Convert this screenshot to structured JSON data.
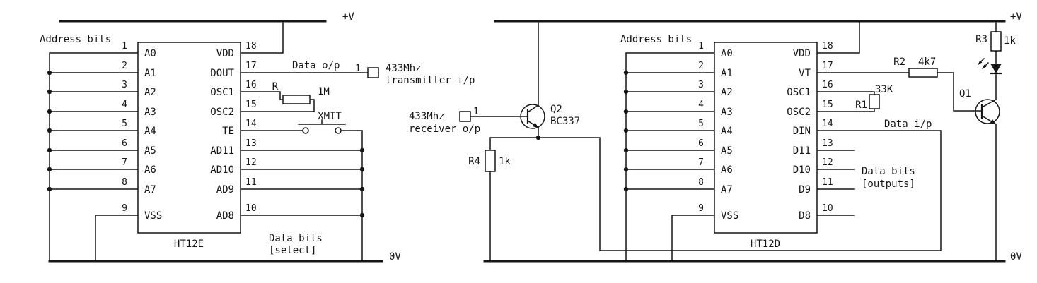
{
  "left": {
    "supply_label": "+V",
    "ground_label": "0V",
    "address_bits_label": "Address bits",
    "ic_name": "HT12E",
    "pins_left": [
      {
        "num": "1",
        "name": "A0"
      },
      {
        "num": "2",
        "name": "A1"
      },
      {
        "num": "3",
        "name": "A2"
      },
      {
        "num": "4",
        "name": "A3"
      },
      {
        "num": "5",
        "name": "A4"
      },
      {
        "num": "6",
        "name": "A5"
      },
      {
        "num": "7",
        "name": "A6"
      },
      {
        "num": "8",
        "name": "A7"
      },
      {
        "num": "9",
        "name": "VSS"
      }
    ],
    "pins_right": [
      {
        "num": "18",
        "name": "VDD"
      },
      {
        "num": "17",
        "name": "DOUT"
      },
      {
        "num": "16",
        "name": "OSC1"
      },
      {
        "num": "15",
        "name": "OSC2"
      },
      {
        "num": "14",
        "name": "TE"
      },
      {
        "num": "13",
        "name": "AD11"
      },
      {
        "num": "12",
        "name": "AD10"
      },
      {
        "num": "11",
        "name": "AD9"
      },
      {
        "num": "10",
        "name": "AD8"
      }
    ],
    "osc_resistor": {
      "ref": "R",
      "value": "1M"
    },
    "data_out_label": "Data o/p",
    "tx_pin": "1",
    "tx_line1": "433Mhz",
    "tx_line2": "transmitter i/p",
    "button_label": "XMIT",
    "data_bits_line1": "Data bits",
    "data_bits_line2": "[select]"
  },
  "right": {
    "supply_label": "+V",
    "ground_label": "0V",
    "address_bits_label": "Address bits",
    "ic_name": "HT12D",
    "rx_line1": "433Mhz",
    "rx_line2": "receiver o/p",
    "rx_pin": "1",
    "q2": {
      "ref": "Q2",
      "part": "BC337"
    },
    "r4": {
      "ref": "R4",
      "value": "1k"
    },
    "r1": {
      "ref": "R1",
      "value": "33K"
    },
    "r2": {
      "ref": "R2",
      "value": "4k7"
    },
    "r3": {
      "ref": "R3",
      "value": "1k"
    },
    "q1": {
      "ref": "Q1"
    },
    "data_in_label": "Data i/p",
    "data_bits_line1": "Data bits",
    "data_bits_line2": "[outputs]",
    "pins_left": [
      {
        "num": "1",
        "name": "A0"
      },
      {
        "num": "2",
        "name": "A1"
      },
      {
        "num": "3",
        "name": "A2"
      },
      {
        "num": "4",
        "name": "A3"
      },
      {
        "num": "5",
        "name": "A4"
      },
      {
        "num": "6",
        "name": "A5"
      },
      {
        "num": "7",
        "name": "A6"
      },
      {
        "num": "8",
        "name": "A7"
      },
      {
        "num": "9",
        "name": "VSS"
      }
    ],
    "pins_right": [
      {
        "num": "18",
        "name": "VDD"
      },
      {
        "num": "17",
        "name": "VT"
      },
      {
        "num": "16",
        "name": "OSC1"
      },
      {
        "num": "15",
        "name": "OSC2"
      },
      {
        "num": "14",
        "name": "DIN"
      },
      {
        "num": "13",
        "name": "D11"
      },
      {
        "num": "12",
        "name": "D10"
      },
      {
        "num": "11",
        "name": "D9"
      },
      {
        "num": "10",
        "name": "D8"
      }
    ]
  }
}
